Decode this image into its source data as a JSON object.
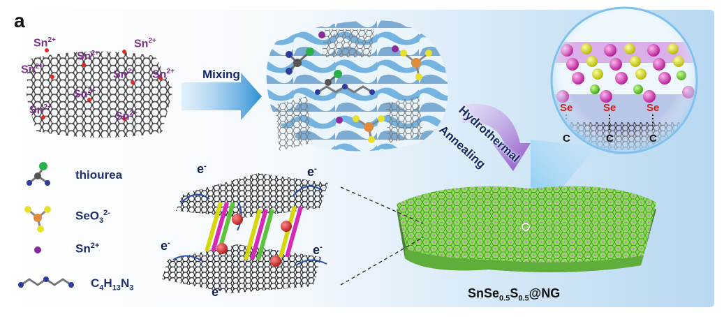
{
  "panel_label": "a",
  "sn_ion": {
    "base": "Sn",
    "charge": "2+"
  },
  "steps": {
    "mixing": "Mixing",
    "hydrothermal": "Hydrothermal",
    "annealing": "Annealing"
  },
  "electron": {
    "base": "e",
    "charge": "-"
  },
  "legend": [
    {
      "icon": "thiourea-molecule-icon",
      "text": "thiourea"
    },
    {
      "icon": "selenite-molecule-icon",
      "text": "SeO",
      "sub": "3",
      "sup": "2-"
    },
    {
      "icon": "sn-ion-dot-icon",
      "text": "Sn",
      "sup": "2+"
    },
    {
      "icon": "amine-chain-icon",
      "parts": [
        "C",
        "4",
        "H",
        "13",
        "N",
        "3"
      ]
    }
  ],
  "zoom": {
    "se": "Se",
    "c": "C"
  },
  "product": {
    "parts": [
      "SnSe",
      "0.5",
      "S",
      "0.5",
      "@NG"
    ]
  },
  "colors": {
    "sn_text": "#7a2f8a",
    "legend_text": "#1e2f6b",
    "arrow_blue": "#2d8fd6",
    "arrow_purple": "#a25ccc",
    "graphene_green": "#79d24f",
    "se_red": "#d01e1e",
    "sphere_magenta": "#e040c8"
  }
}
